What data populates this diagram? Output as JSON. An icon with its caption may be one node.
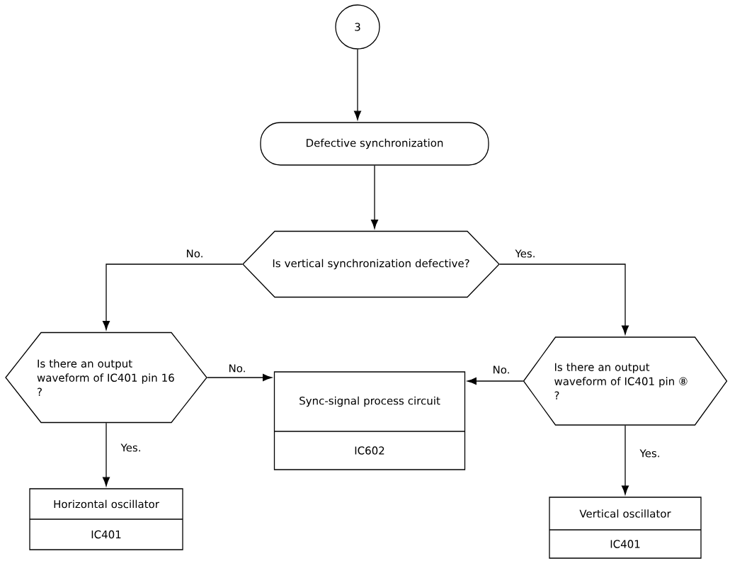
{
  "diagram": {
    "nodes": [
      {
        "text": [
          "3"
        ]
      },
      {
        "text": [
          "Defective synchronization"
        ]
      },
      {
        "text": [
          "Is vertical synchronization defective?"
        ]
      },
      {
        "text": [
          "Is there an output waveform of IC401 pin 16 ?"
        ]
      },
      {
        "text": [
          "Sync-signal process circuit",
          "IC602"
        ]
      },
      {
        "text": [
          "Is there an output waveform of IC401 pin ⑧ ?"
        ]
      },
      {
        "text": [
          "Horizontal oscillator",
          "IC401"
        ]
      },
      {
        "text": [
          "Vertical oscillator",
          "IC401"
        ]
      }
    ],
    "edges": [
      {
        "from": 0,
        "to": 1,
        "arrow": "to"
      },
      {
        "from": 1,
        "to": 2,
        "arrow": "to"
      },
      {
        "from": 2,
        "to": 3,
        "arrow": "to",
        "label": "No."
      },
      {
        "from": 2,
        "to": 5,
        "arrow": "to",
        "label": "Yes."
      },
      {
        "from": 3,
        "to": 4,
        "arrow": "to",
        "label": "No."
      },
      {
        "from": 5,
        "to": 4,
        "arrow": "to",
        "label": "No."
      },
      {
        "from": 3,
        "to": 6,
        "arrow": "to",
        "label": "Yes."
      },
      {
        "from": 5,
        "to": 7,
        "arrow": "to",
        "label": "Yes."
      }
    ]
  }
}
